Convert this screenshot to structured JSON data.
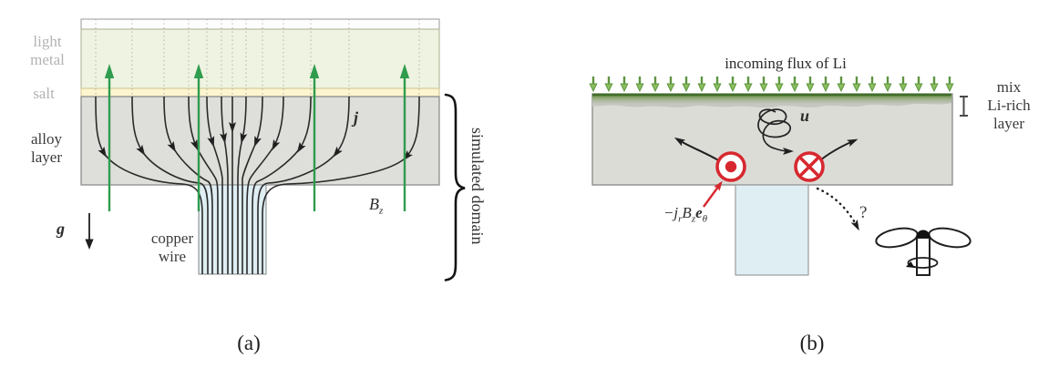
{
  "figure": {
    "panel_a": {
      "caption": "(a)",
      "layer_labels": {
        "light_metal_line1": "light",
        "light_metal_line2": "metal",
        "salt": "salt",
        "alloy_line1": "alloy",
        "alloy_line2": "layer"
      },
      "wire_label_line1": "copper",
      "wire_label_line2": "wire",
      "gravity_symbol": "g",
      "current_symbol": "j",
      "field_symbol_base": "B",
      "field_symbol_sub": "z",
      "domain_label": "simulated domain",
      "colors": {
        "top_strip": "#fdfdfd",
        "light_metal": "#eff3e1",
        "salt": "#fcf5cf",
        "alloy": "#dededa",
        "copper_wire": "#dfeef3",
        "field_green": "#2f9c4e"
      }
    },
    "panel_b": {
      "caption": "(b)",
      "flux_label": "incoming flux of Li",
      "mix_label_line1": "mix",
      "mix_label_line2": "Li-rich",
      "mix_label_line3": "layer",
      "velocity_symbol": "u",
      "question_mark": "?",
      "force_label": {
        "j_base": "−j",
        "j_sub": "r",
        "b_base": "B",
        "b_sub": "z",
        "e_base": "e",
        "e_sub": "θ"
      },
      "colors": {
        "layer_gray": "#dcdcd7",
        "mixed_band": "#c6c6c1",
        "flux_green_fill": "#8bbf5e",
        "flux_green_stroke": "#5d9440",
        "interface_green": "#3f6e28",
        "copper_wire": "#dfeef3",
        "force_red": "#d7282f"
      }
    },
    "icons": {
      "bz_field_arrow": "up-arrow",
      "li_flux_arrow": "down-arrow",
      "gravity_arrow": "down-arrow",
      "turbulence_spiral": "spiral-with-arrow",
      "azimuthal_force_out": "circle-dot",
      "azimuthal_force_in": "circle-cross",
      "mixer": "whisk-with-rotation",
      "unknown_link": "dotted-arrow-question",
      "domain_brace": "curly-brace"
    }
  }
}
